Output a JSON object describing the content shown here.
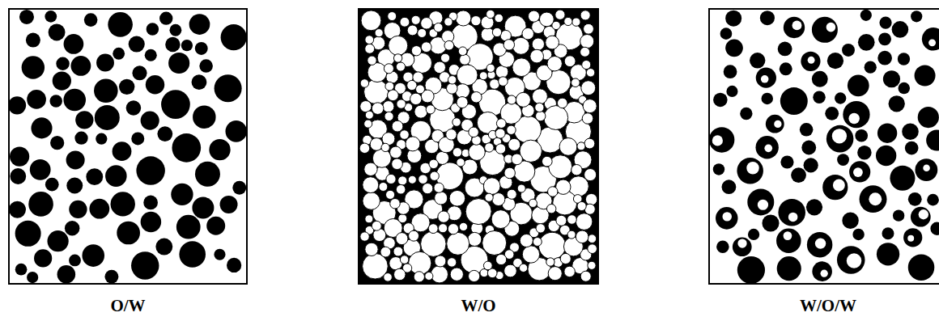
{
  "diagram": {
    "nodes": [
      {
        "text": [
          "O/W"
        ]
      },
      {
        "text": [
          "W/O"
        ]
      },
      {
        "text": [
          "W/O/W"
        ]
      }
    ]
  }
}
